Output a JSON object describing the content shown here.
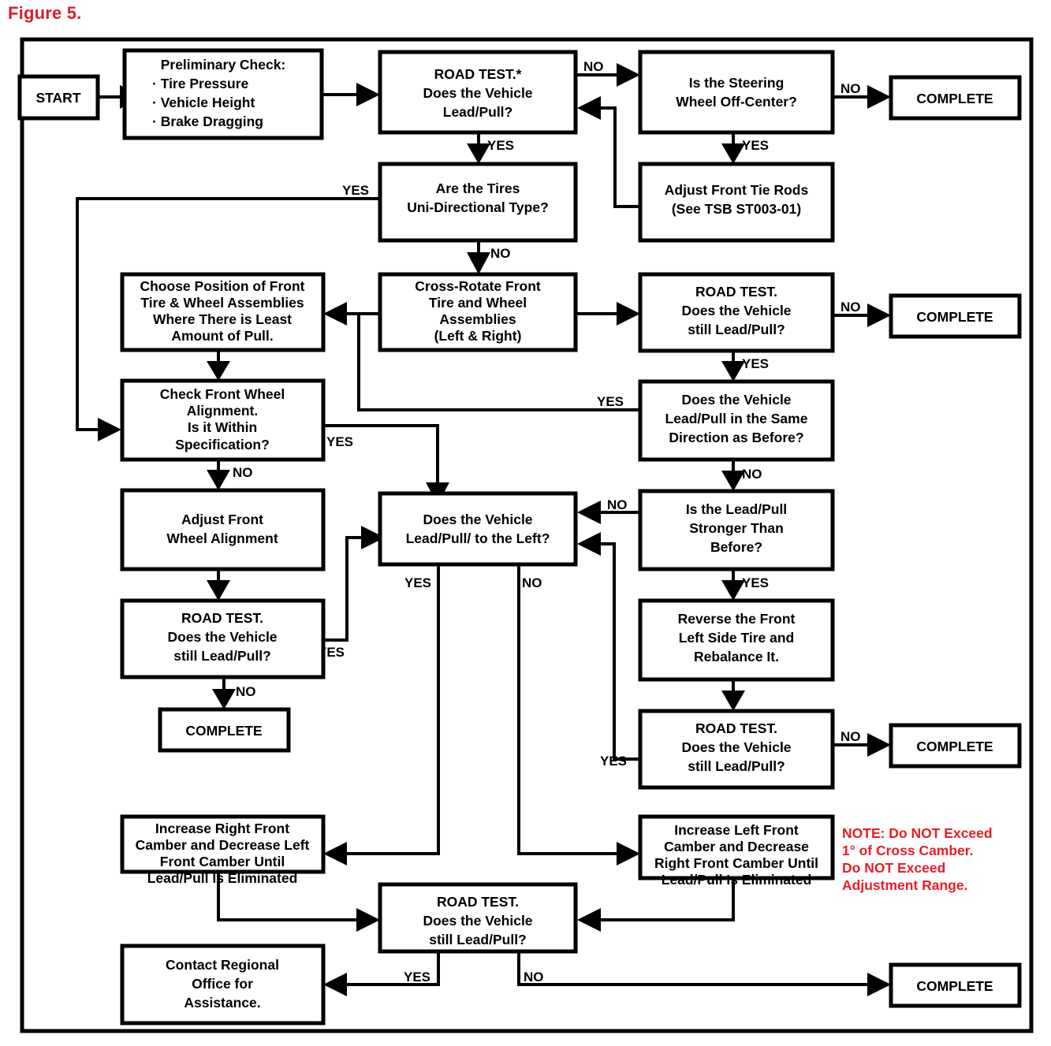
{
  "figure": {
    "title": "Figure 5."
  },
  "colors": {
    "accent_red": "#d81f2a",
    "note_red": "#ec1c24",
    "line": "#000000",
    "box_fill": "#ffffff"
  },
  "nodes": {
    "start": {
      "label": "START"
    },
    "prelim": {
      "lines": [
        "Preliminary Check:",
        "· Tire Pressure",
        "· Vehicle Height",
        "· Brake Dragging"
      ]
    },
    "roadtest1": {
      "lines": [
        "ROAD TEST.*",
        "Does the Vehicle",
        "Lead/Pull?"
      ]
    },
    "steering": {
      "lines": [
        "Is the Steering",
        "Wheel Off-Center?"
      ]
    },
    "complete1": {
      "label": "COMPLETE"
    },
    "tierods": {
      "lines": [
        "Adjust Front Tie Rods",
        "(See TSB ST003-01)"
      ]
    },
    "unidir": {
      "lines": [
        "Are the Tires",
        "Uni-Directional Type?"
      ]
    },
    "choosepos": {
      "lines": [
        "Choose Position of Front",
        "Tire & Wheel Assemblies",
        "Where There is Least",
        "Amount of Pull."
      ]
    },
    "crossrotate": {
      "lines": [
        "Cross-Rotate Front",
        "Tire and Wheel",
        "Assemblies",
        "(Left & Right)"
      ]
    },
    "roadtest2": {
      "lines": [
        "ROAD TEST.",
        "Does the Vehicle",
        "still Lead/Pull?"
      ]
    },
    "complete2": {
      "label": "COMPLETE"
    },
    "checkalign": {
      "lines": [
        "Check Front Wheel",
        "Alignment.",
        "Is it Within",
        "Specification?"
      ]
    },
    "samedir": {
      "lines": [
        "Does the Vehicle",
        "Lead/Pull in the Same",
        "Direction as Before?"
      ]
    },
    "adjustalign": {
      "lines": [
        "Adjust Front",
        "Wheel Alignment"
      ]
    },
    "leadleft": {
      "lines": [
        "Does the Vehicle",
        "Lead/Pull/ to the Left?"
      ]
    },
    "stronger": {
      "lines": [
        "Is the Lead/Pull",
        "Stronger Than",
        "Before?"
      ]
    },
    "roadtest3": {
      "lines": [
        "ROAD TEST.",
        "Does the Vehicle",
        "still Lead/Pull?"
      ]
    },
    "reverse": {
      "lines": [
        "Reverse the Front",
        "Left Side Tire and",
        "Rebalance It."
      ]
    },
    "complete3": {
      "label": "COMPLETE"
    },
    "roadtest4": {
      "lines": [
        "ROAD TEST.",
        "Does the Vehicle",
        "still Lead/Pull?"
      ]
    },
    "complete4": {
      "label": "COMPLETE"
    },
    "incright": {
      "lines": [
        "Increase Right Front",
        "Camber and Decrease Left",
        "Front Camber Until",
        "Lead/Pull Is Eliminated"
      ]
    },
    "incleft": {
      "lines": [
        "Increase Left Front",
        "Camber and Decrease",
        "Right Front Camber Until",
        "Lead/Pull Is Eliminated"
      ]
    },
    "roadtest5": {
      "lines": [
        "ROAD TEST.",
        "Does the Vehicle",
        "still Lead/Pull?"
      ]
    },
    "contact": {
      "lines": [
        "Contact Regional",
        "Office for",
        "Assistance."
      ]
    },
    "complete5": {
      "label": "COMPLETE"
    }
  },
  "note": {
    "lines": [
      "NOTE: Do NOT Exceed",
      "1° of Cross Camber.",
      "Do NOT Exceed",
      "Adjustment Range."
    ]
  },
  "edge_labels": {
    "yes": "YES",
    "no": "NO"
  },
  "chart_data": {
    "type": "diagram",
    "title": "Figure 5.",
    "diagram_kind": "flowchart",
    "edges": [
      {
        "from": "start",
        "to": "prelim",
        "label": ""
      },
      {
        "from": "prelim",
        "to": "roadtest1",
        "label": ""
      },
      {
        "from": "roadtest1",
        "to": "steering",
        "label": "NO"
      },
      {
        "from": "roadtest1",
        "to": "unidir",
        "label": "YES"
      },
      {
        "from": "steering",
        "to": "complete1",
        "label": "NO"
      },
      {
        "from": "steering",
        "to": "tierods",
        "label": "YES"
      },
      {
        "from": "tierods",
        "to": "roadtest1",
        "label": ""
      },
      {
        "from": "unidir",
        "to": "checkalign",
        "label": "YES"
      },
      {
        "from": "unidir",
        "to": "crossrotate",
        "label": "NO"
      },
      {
        "from": "crossrotate",
        "to": "choosepos",
        "label": ""
      },
      {
        "from": "crossrotate",
        "to": "roadtest2",
        "label": ""
      },
      {
        "from": "choosepos",
        "to": "checkalign",
        "label": ""
      },
      {
        "from": "roadtest2",
        "to": "complete2",
        "label": "NO"
      },
      {
        "from": "roadtest2",
        "to": "samedir",
        "label": "YES"
      },
      {
        "from": "samedir",
        "to": "choosepos",
        "label": "YES"
      },
      {
        "from": "samedir",
        "to": "stronger",
        "label": "NO"
      },
      {
        "from": "checkalign",
        "to": "adjustalign",
        "label": "NO"
      },
      {
        "from": "checkalign",
        "to": "leadleft",
        "label": "YES"
      },
      {
        "from": "adjustalign",
        "to": "roadtest3",
        "label": ""
      },
      {
        "from": "roadtest3",
        "to": "complete3",
        "label": "NO"
      },
      {
        "from": "roadtest3",
        "to": "leadleft",
        "label": "YES"
      },
      {
        "from": "stronger",
        "to": "leadleft",
        "label": "NO"
      },
      {
        "from": "stronger",
        "to": "reverse",
        "label": "YES"
      },
      {
        "from": "reverse",
        "to": "roadtest4",
        "label": ""
      },
      {
        "from": "roadtest4",
        "to": "complete4",
        "label": "NO"
      },
      {
        "from": "roadtest4",
        "to": "leadleft",
        "label": "YES"
      },
      {
        "from": "leadleft",
        "to": "incright",
        "label": "YES"
      },
      {
        "from": "leadleft",
        "to": "incleft",
        "label": "NO"
      },
      {
        "from": "incright",
        "to": "roadtest5",
        "label": ""
      },
      {
        "from": "incleft",
        "to": "roadtest5",
        "label": ""
      },
      {
        "from": "roadtest5",
        "to": "contact",
        "label": "YES"
      },
      {
        "from": "roadtest5",
        "to": "complete5",
        "label": "NO"
      }
    ]
  }
}
